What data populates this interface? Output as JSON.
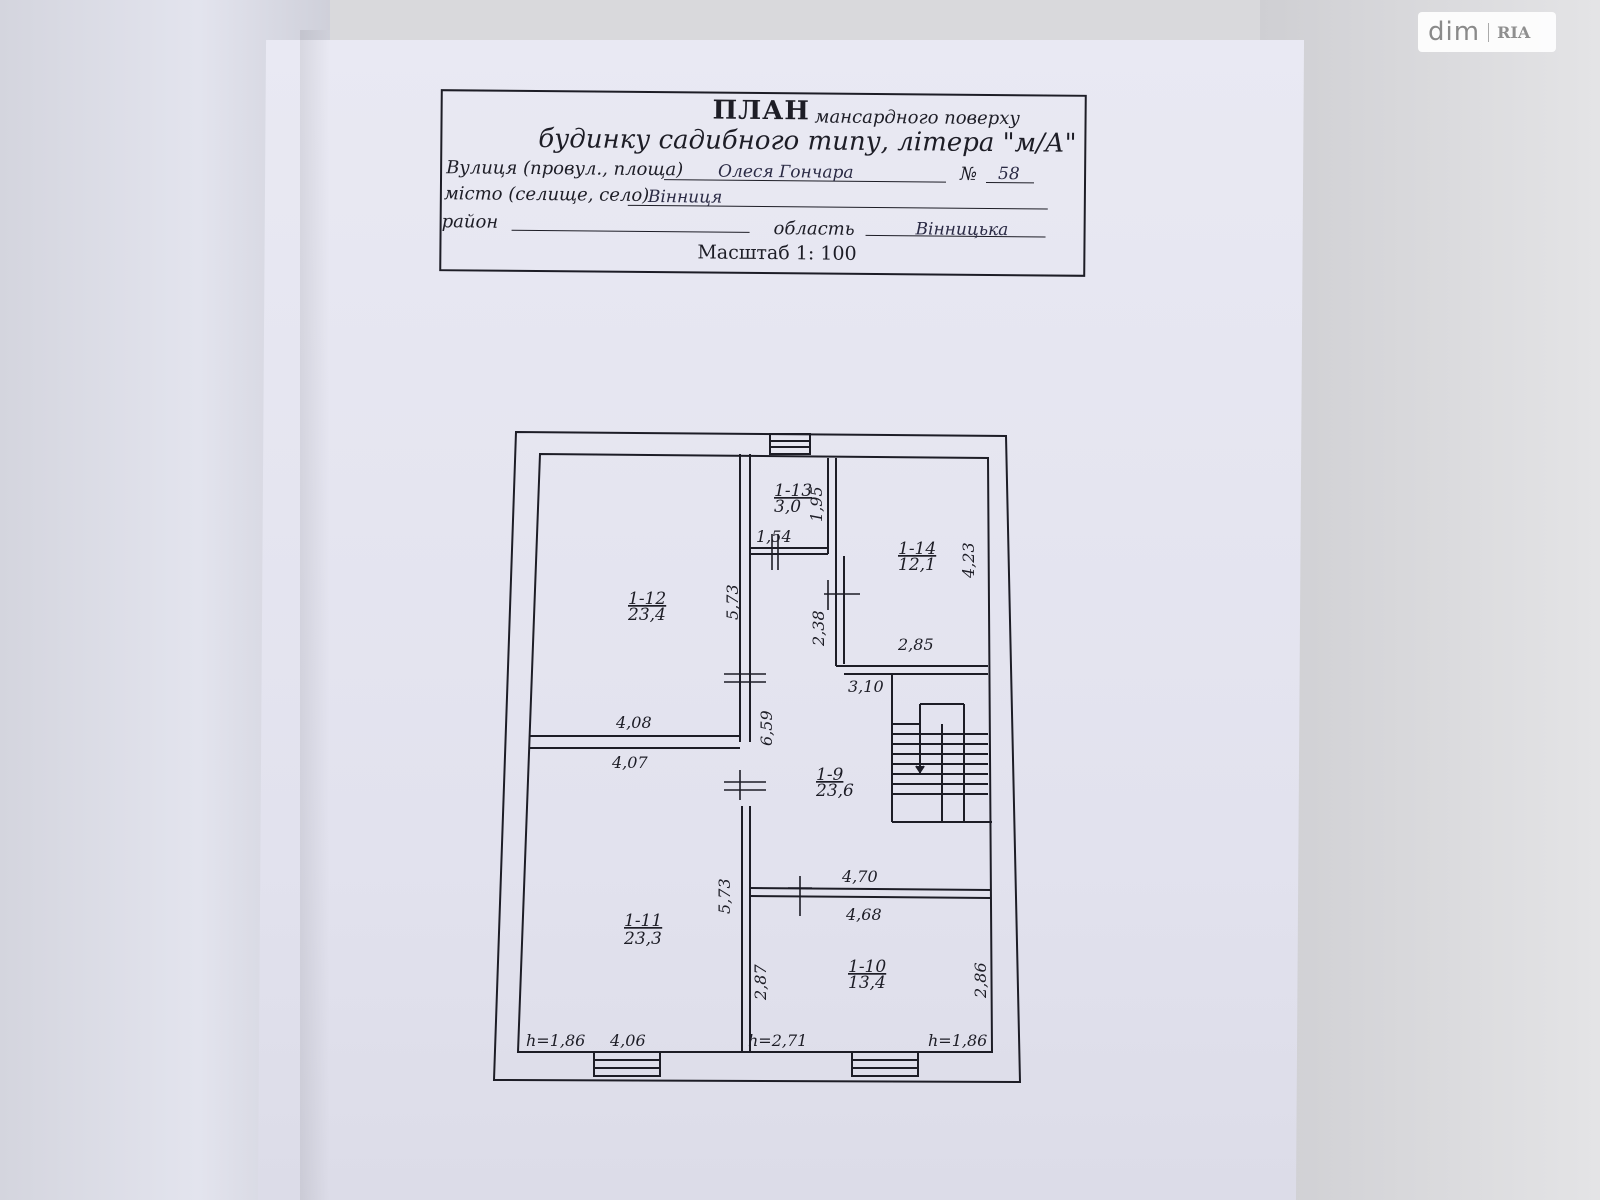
{
  "watermark": {
    "brand": "dim",
    "brand2": "RIA"
  },
  "titleblock": {
    "heading": "ПЛАН",
    "heading_suffix": "мансардного поверху",
    "subtitle": "будинку садибного типу, літера \"м/А\"",
    "street_label": "Вулиця (провул., площа)",
    "street_value": "Олеся Гончара",
    "number_label": "№",
    "number_value": "58",
    "city_label": "місто (селище, село)",
    "city_value": "Вінниця",
    "district_label": "район",
    "region_label": "область",
    "region_value": "Вінницька",
    "scale": "Масштаб  1: 100"
  },
  "plan": {
    "rooms": [
      {
        "id": "1-12",
        "area": "23,4"
      },
      {
        "id": "1-13",
        "area": "3,0"
      },
      {
        "id": "1-14",
        "area": "12,1"
      },
      {
        "id": "1-9",
        "area": "23,6"
      },
      {
        "id": "1-11",
        "area": "23,3"
      },
      {
        "id": "1-10",
        "area": "13,4"
      }
    ],
    "dimensions": {
      "d1": "1,95",
      "d2": "1,54",
      "d3": "4,23",
      "d4": "5,73",
      "d5": "2,38",
      "d6": "2,85",
      "d7": "3,10",
      "d8": "6,59",
      "d9": "4,08",
      "d10": "4,07",
      "d11": "5,73",
      "d12": "4,70",
      "d13": "4,68",
      "d14": "2,87",
      "d15": "2,86",
      "d16": "4,06"
    },
    "heights": {
      "h_left": "h=1,86",
      "h_mid": "h=2,71",
      "h_right": "h=1,86"
    }
  }
}
